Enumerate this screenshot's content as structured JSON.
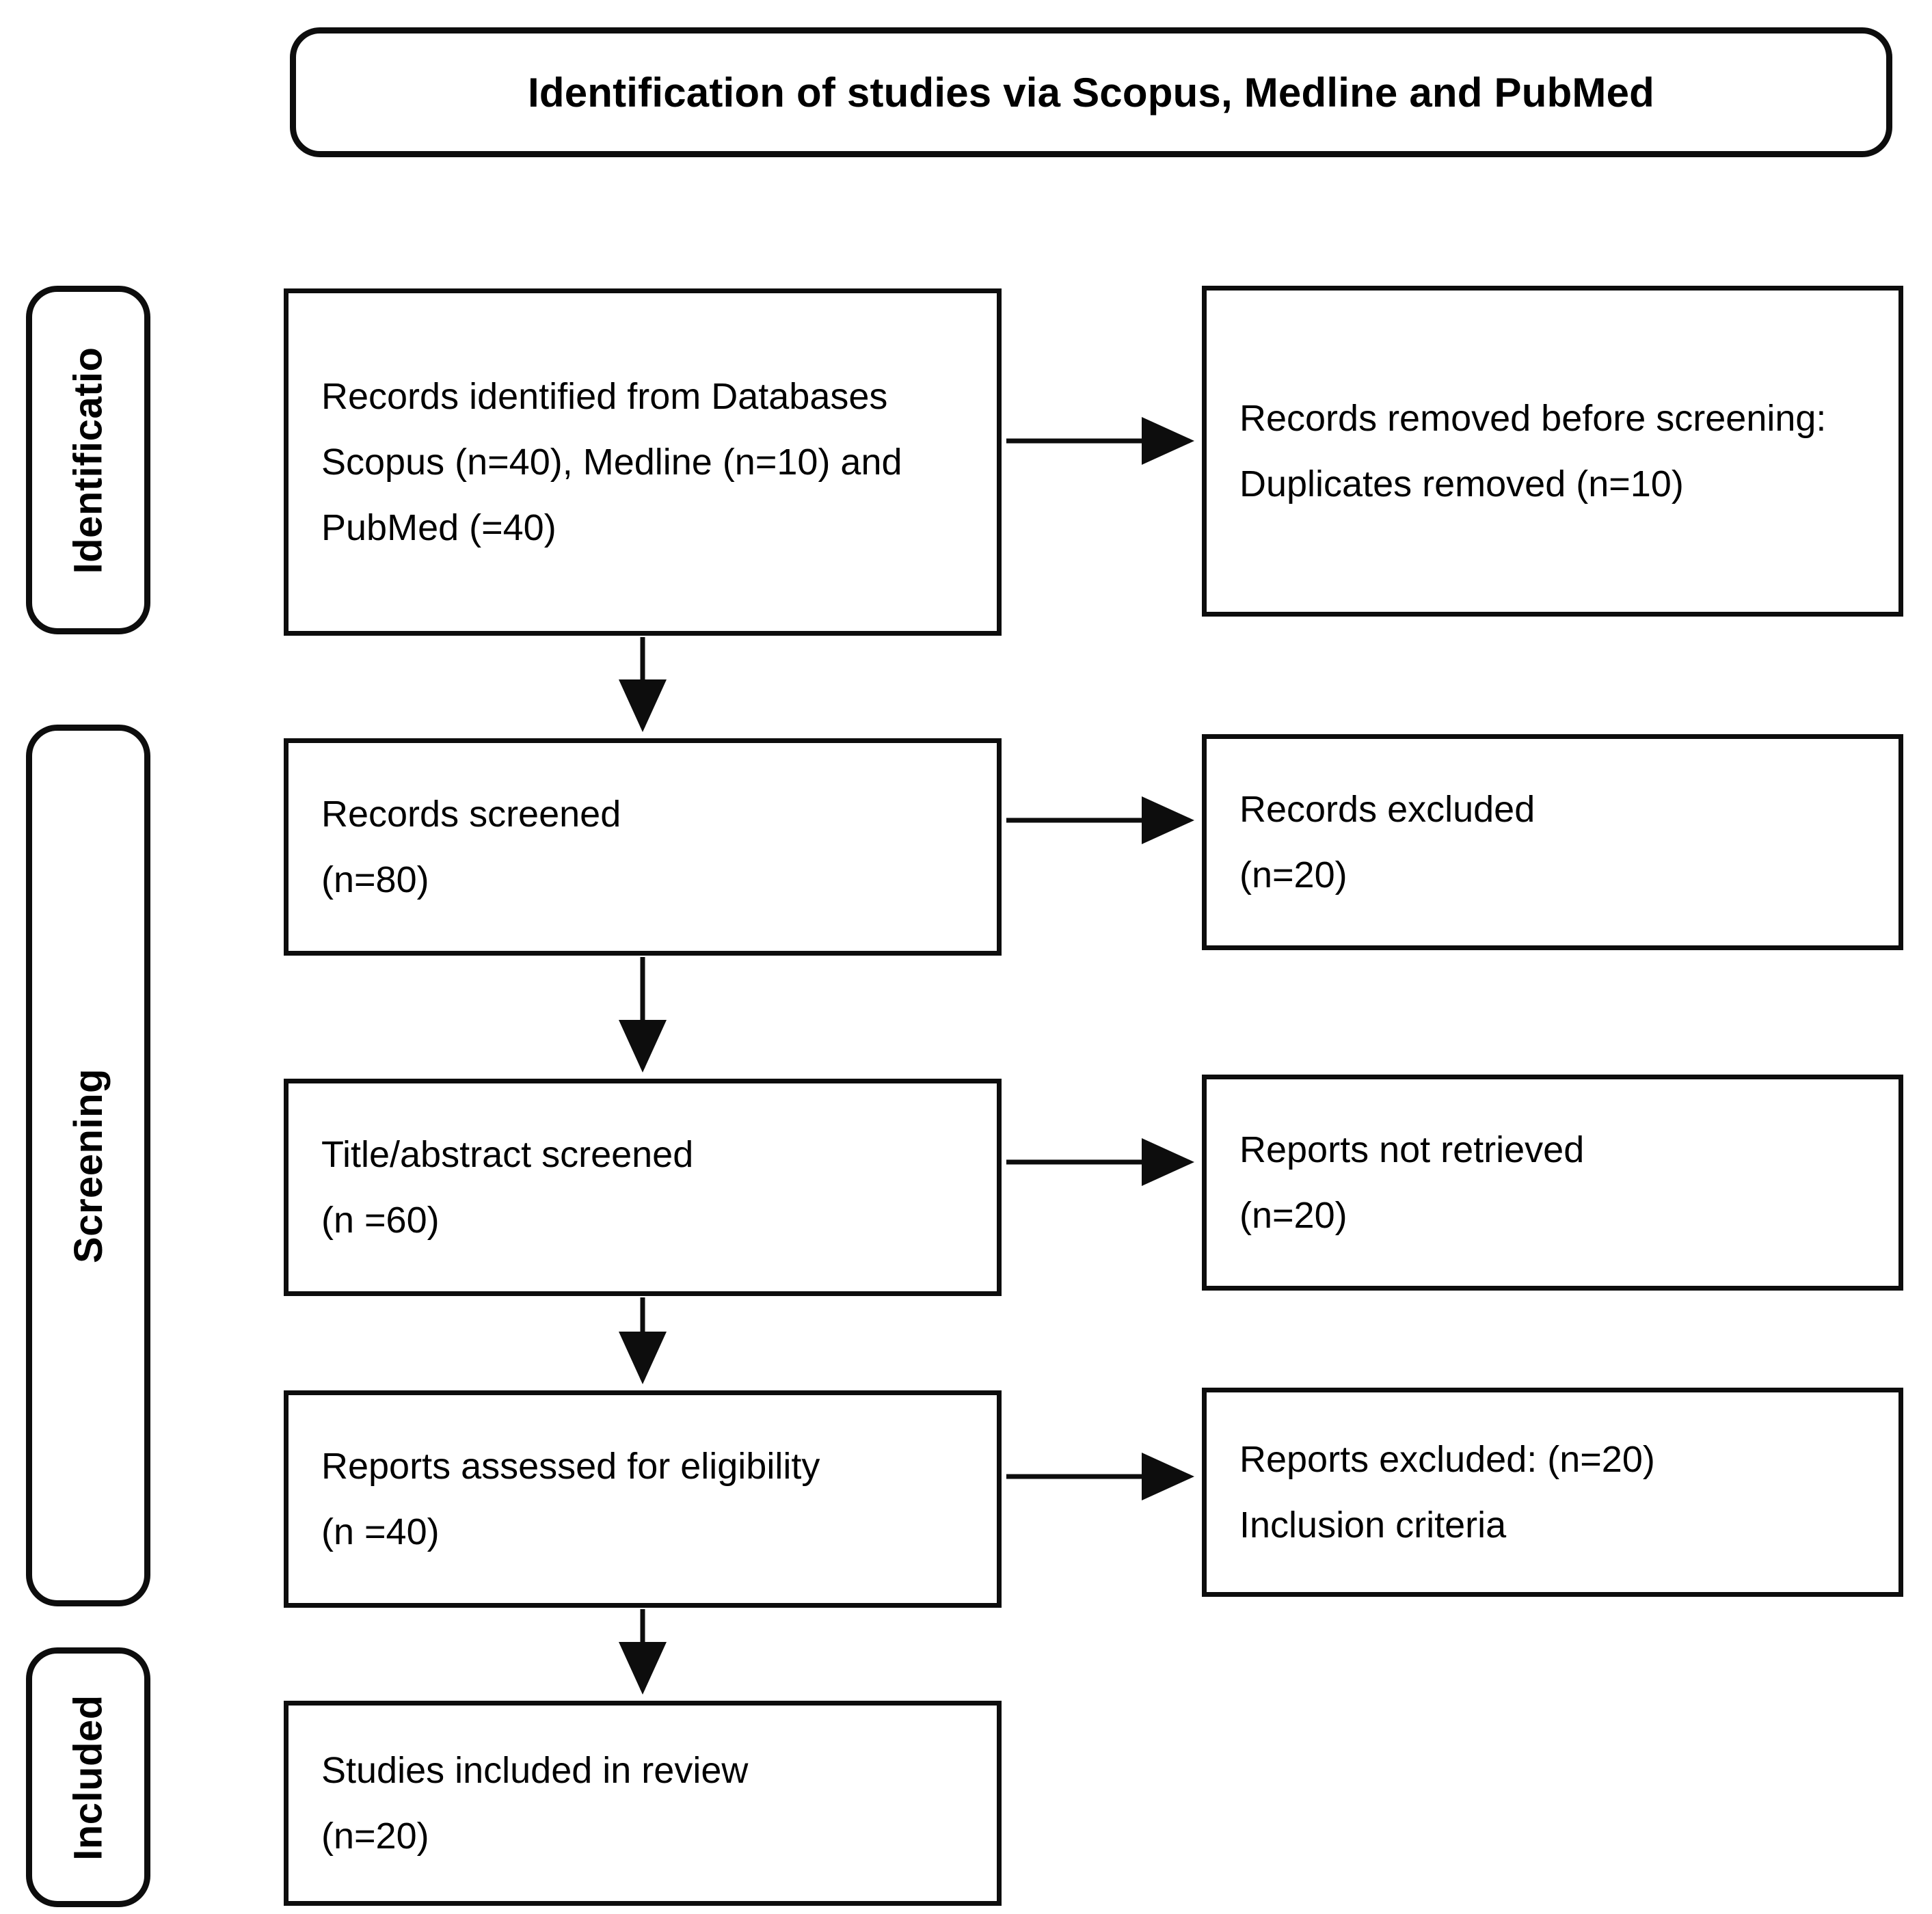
{
  "diagram": {
    "type": "prisma-flow-diagram",
    "title": "Identification of studies via Scopus, Medline and PubMed",
    "stages": [
      {
        "id": "identification",
        "label": "Identificatio"
      },
      {
        "id": "screening",
        "label": "Screening"
      },
      {
        "id": "included",
        "label": "Included"
      }
    ],
    "boxes": {
      "identified": {
        "line1": "Records identified from Databases",
        "line2": "Scopus (n=40),  Medline  (n=10)  and",
        "line3": "PubMed (=40)"
      },
      "removed": {
        "line1": "Records removed before screening:",
        "line2": "Duplicates removed (n=10)"
      },
      "screened": {
        "line1": "Records screened",
        "line2": "(n=80)"
      },
      "excluded": {
        "line1": "Records excluded",
        "line2": "(n=20)"
      },
      "title_abstract": {
        "line1": "Title/abstract  screened",
        "line2": "(n =60)"
      },
      "not_retrieved": {
        "line1": "Reports not retrieved",
        "line2": "(n=20)"
      },
      "eligibility": {
        "line1": "Reports assessed for eligibility",
        "line2": "(n =40)"
      },
      "reports_excluded": {
        "line1": "Reports excluded: (n=20)",
        "line2": "Inclusion criteria"
      },
      "included_studies": {
        "line1": "Studies included in review",
        "line2": "(n=20)"
      }
    },
    "counts": {
      "scopus": 40,
      "medline": 10,
      "pubmed": 40,
      "duplicates_removed": 10,
      "records_screened": 80,
      "records_excluded": 20,
      "title_abstract_screened": 60,
      "reports_not_retrieved": 20,
      "reports_assessed": 40,
      "reports_excluded": 20,
      "studies_included": 20
    },
    "colors": {
      "stroke": "#0d0d0d",
      "background": "#ffffff",
      "text": "#000000"
    }
  }
}
